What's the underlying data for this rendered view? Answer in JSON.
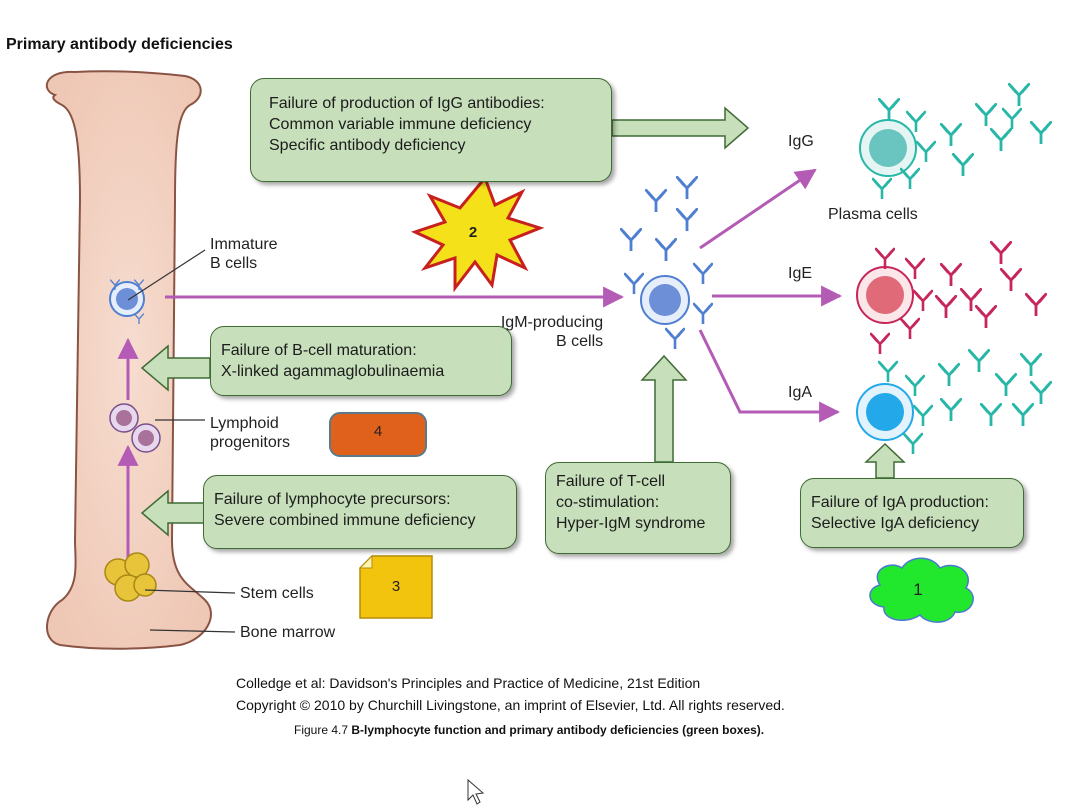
{
  "title": "Primary antibody deficiencies",
  "labels": {
    "immature_b": [
      "Immature",
      "B cells"
    ],
    "lymphoid": [
      "Lymphoid",
      "progenitors"
    ],
    "stem_cells": "Stem cells",
    "bone_marrow": "Bone marrow",
    "igm_producing": [
      "IgM-producing",
      "B cells"
    ],
    "igg": "IgG",
    "ige": "IgE",
    "iga": "IgA",
    "plasma_cells": "Plasma cells"
  },
  "boxes": {
    "igg_failure": [
      "Failure of production of IgG antibodies:",
      "Common variable immune deficiency",
      "Specific antibody deficiency"
    ],
    "bcell_maturation": [
      "Failure of B-cell maturation:",
      "X-linked agammaglobulinaemia"
    ],
    "lymphocyte_precursors": [
      "Failure of lymphocyte precursors:",
      "Severe combined immune deficiency"
    ],
    "tcell_costim": [
      "Failure of T-cell",
      "co-stimulation:",
      "Hyper-IgM syndrome"
    ],
    "iga_failure": [
      "Failure of IgA production:",
      "Selective IgA deficiency"
    ]
  },
  "badges": {
    "one": "1",
    "two": "2",
    "three": "3",
    "four": "4"
  },
  "credit": {
    "line1": "Colledge et al: Davidson's Principles and Practice of Medicine, 21st Edition",
    "line2": "Copyright © 2010 by Churchill Livingstone, an imprint of Elsevier, Ltd. All rights reserved."
  },
  "caption": {
    "prefix": "Figure 4.7 ",
    "bold": "B-lymphocyte function and primary antibody deficiencies (green boxes)."
  },
  "colors": {
    "bone": "#f4d6c8",
    "green_box": "#c7dfbb",
    "arrow": "#b35bb5",
    "igg_cell": "#6ac4bf",
    "ige_cell": "#e06a78",
    "iga_cell": "#23a9ea",
    "igm_cell": "#6d8fd8",
    "antibody_teal": "#27b7a8",
    "antibody_red": "#c6265a",
    "antibody_blue": "#4f7fd0",
    "badge_orange": "#e0611c",
    "badge_yellow": "#f2c40e",
    "cloud_green": "#22e82d"
  }
}
